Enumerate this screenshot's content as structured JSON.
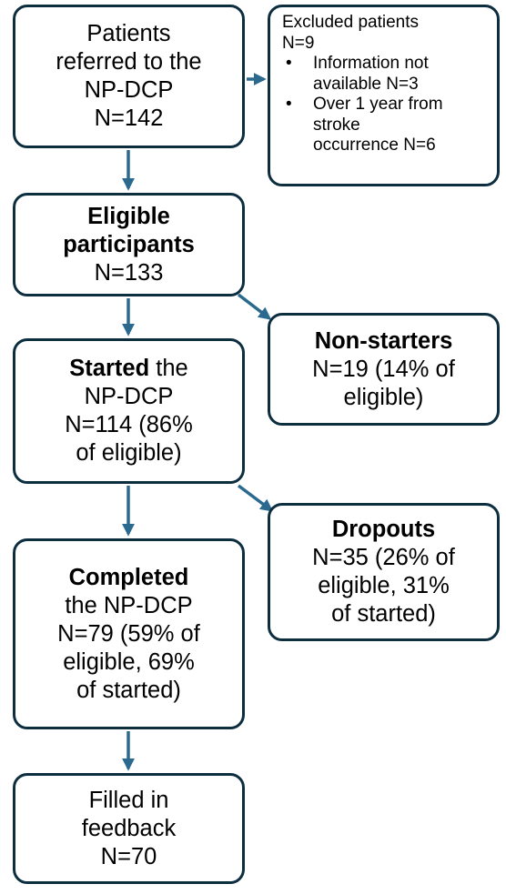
{
  "colors": {
    "border": "#0d2e3f",
    "arrow": "#2b6a8e"
  },
  "boxes": {
    "referred": {
      "line1": "Patients",
      "line2": "referred to the",
      "line3": "NP-DCP",
      "line4": "N=142"
    },
    "excluded": {
      "title": "Excluded patients",
      "count": "N=9",
      "bullet": "•",
      "items": [
        "Information not available N=3",
        "Over 1 year from stroke occurrence N=6"
      ],
      "item1_line1": "Information not",
      "item1_line2": "available N=3",
      "item2_line1": "Over 1 year from",
      "item2_line2": "stroke",
      "item2_line3": "occurrence N=6"
    },
    "eligible": {
      "line1": "Eligible",
      "line2": "participants",
      "line3": "N=133"
    },
    "nonstarters": {
      "line1": "Non-starters",
      "line2": "N=19 (14% of",
      "line3": "eligible)"
    },
    "started": {
      "bold": "Started",
      "rest": " the",
      "line2": "NP-DCP",
      "line3": "N=114 (86%",
      "line4": "of eligible)"
    },
    "dropouts": {
      "line1": "Dropouts",
      "line2": "N=35 (26% of",
      "line3": "eligible, 31%",
      "line4": "of started)"
    },
    "completed": {
      "line1": "Completed",
      "line2": "the NP-DCP",
      "line3": "N=79 (59% of",
      "line4": "eligible, 69%",
      "line5": "of started)"
    },
    "feedback": {
      "line1": "Filled in",
      "line2": "feedback",
      "line3": "N=70"
    }
  }
}
